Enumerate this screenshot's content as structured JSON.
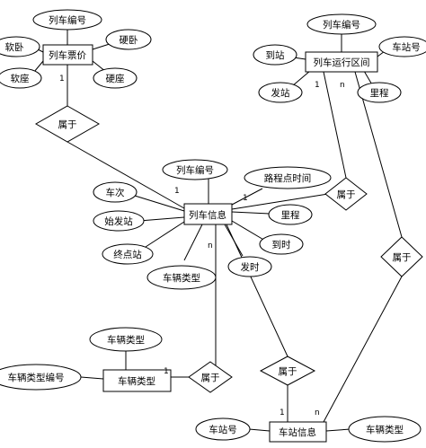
{
  "entities": {
    "train_fare": "列车票价",
    "train_route": "列车运行区间",
    "train_info": "列车信息",
    "vehicle_type": "车辆类型",
    "station_info": "车站信息"
  },
  "attributes": {
    "fare_train_no": "列车编号",
    "fare_soft_sleeper": "软卧",
    "fare_hard_sleeper": "硬卧",
    "fare_soft_seat": "软座",
    "fare_hard_seat": "硬座",
    "route_train_no": "列车编号",
    "route_arrival_station": "到站",
    "route_station_no": "车站号",
    "route_departure_station": "发站",
    "route_mileage": "里程",
    "info_train_no": "列车编号",
    "info_train_seq": "车次",
    "info_route_point_time": "路程点时间",
    "info_origin_station": "始发站",
    "info_mileage": "里程",
    "info_terminal_station": "终点站",
    "info_arrival_time": "到时",
    "info_vehicle_type": "车辆类型",
    "info_departure_time": "发时",
    "vt_type": "车辆类型",
    "vt_type_no": "车辆类型编号",
    "station_no": "车站号",
    "station_vehicle_type": "车辆类型"
  },
  "relationships": {
    "rel_fare_info": "属于",
    "rel_info_route": "属于",
    "rel_route_station": "属于",
    "rel_vt_info": "属于",
    "rel_info_station": "属于"
  },
  "cardinalities": {
    "c_fare": "1",
    "c_info_top": "1",
    "c_info_right": "1",
    "c_info_bottom": "n",
    "c_route_left": "1",
    "c_route_right": "n",
    "c_vt": "1",
    "c_station": "1",
    "c_station_n": "n"
  }
}
